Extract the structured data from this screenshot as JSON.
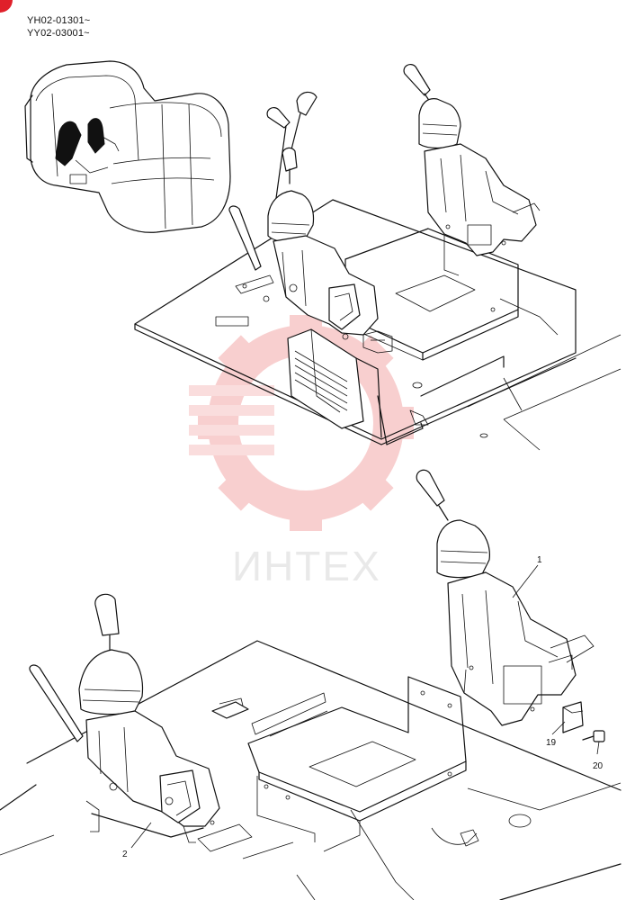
{
  "header": {
    "serial_1": "YH02-01301~",
    "serial_2": "YY02-03001~"
  },
  "watermark": {
    "text": "ИНТЕХ",
    "color": "#f2b8b8"
  },
  "callouts": [
    {
      "id": "1",
      "label": "1"
    },
    {
      "id": "2",
      "label": "2"
    },
    {
      "id": "19",
      "label": "19"
    },
    {
      "id": "20",
      "label": "20"
    }
  ],
  "icons": {
    "corner": "red-corner-marker",
    "watermark": "gear-logo-icon"
  },
  "colors": {
    "line": "#111111",
    "corner_marker": "#e0202a"
  }
}
